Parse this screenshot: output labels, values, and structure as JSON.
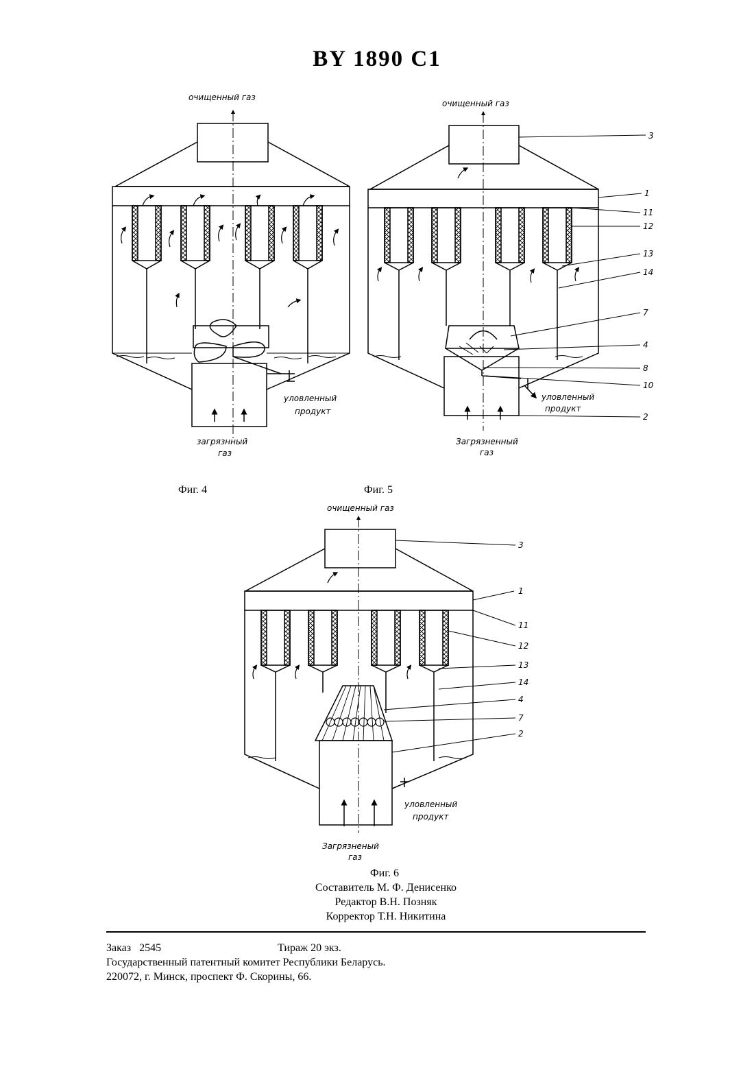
{
  "document": {
    "title": "BY 1890 C1"
  },
  "figures": [
    {
      "id": "fig4",
      "caption": "Фиг. 4",
      "labels": {
        "clean_gas": "очищенный газ",
        "dirty_gas_line1": "загрязнный",
        "dirty_gas_line2": "газ",
        "product_line1": "уловленный",
        "product_line2": "продукт"
      }
    },
    {
      "id": "fig5",
      "caption": "Фиг. 5",
      "labels": {
        "clean_gas": "очищенный газ",
        "dirty_gas_line1": "Загрязненный",
        "dirty_gas_line2": "газ",
        "product_line1": "уловленный",
        "product_line2": "продукт"
      },
      "reference_numbers": [
        "3",
        "1",
        "11",
        "12",
        "13",
        "14",
        "7",
        "4",
        "8",
        "10",
        "2"
      ]
    },
    {
      "id": "fig6",
      "caption": "Фиг. 6",
      "labels": {
        "clean_gas": "очищенный газ",
        "dirty_gas_line1": "Загрязненый",
        "dirty_gas_line2": "газ",
        "product_line1": "уловленный",
        "product_line2": "продукт"
      },
      "reference_numbers": [
        "3",
        "1",
        "11",
        "12",
        "13",
        "14",
        "4",
        "7",
        "2"
      ]
    }
  ],
  "credits": {
    "compiler": "Составитель М. Ф. Денисенко",
    "editor": "Редактор В.Н. Позняк",
    "proofreader": "Корректор Т.Н. Никитина"
  },
  "imprint": {
    "order": "Заказ   2545",
    "circulation": "Тираж  20 экз.",
    "organization": "Государственный патентный комитет Республики Беларусь.",
    "address": "220072, г. Минск, проспект Ф. Скорины, 66."
  }
}
